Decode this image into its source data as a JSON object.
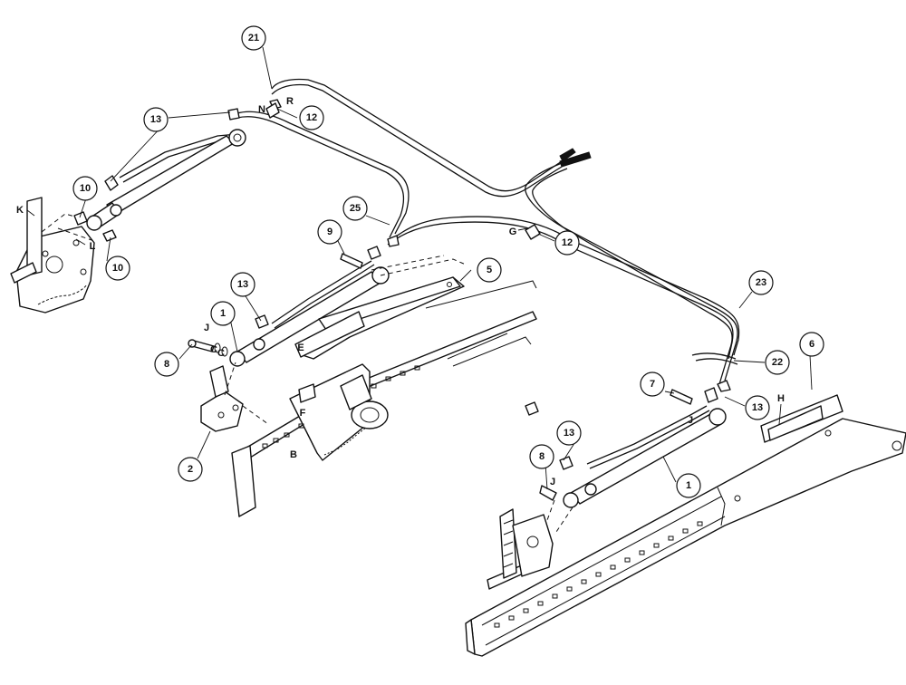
{
  "callouts": [
    "21",
    "13",
    "12",
    "10",
    "10",
    "25",
    "9",
    "5",
    "13",
    "1",
    "8",
    "2",
    "12",
    "23",
    "22",
    "7",
    "13",
    "6",
    "13",
    "8",
    "1"
  ],
  "letters": [
    "R",
    "N",
    "K",
    "L",
    "G",
    "J",
    "C",
    "C",
    "E",
    "F",
    "B",
    "H",
    "J",
    "J"
  ]
}
